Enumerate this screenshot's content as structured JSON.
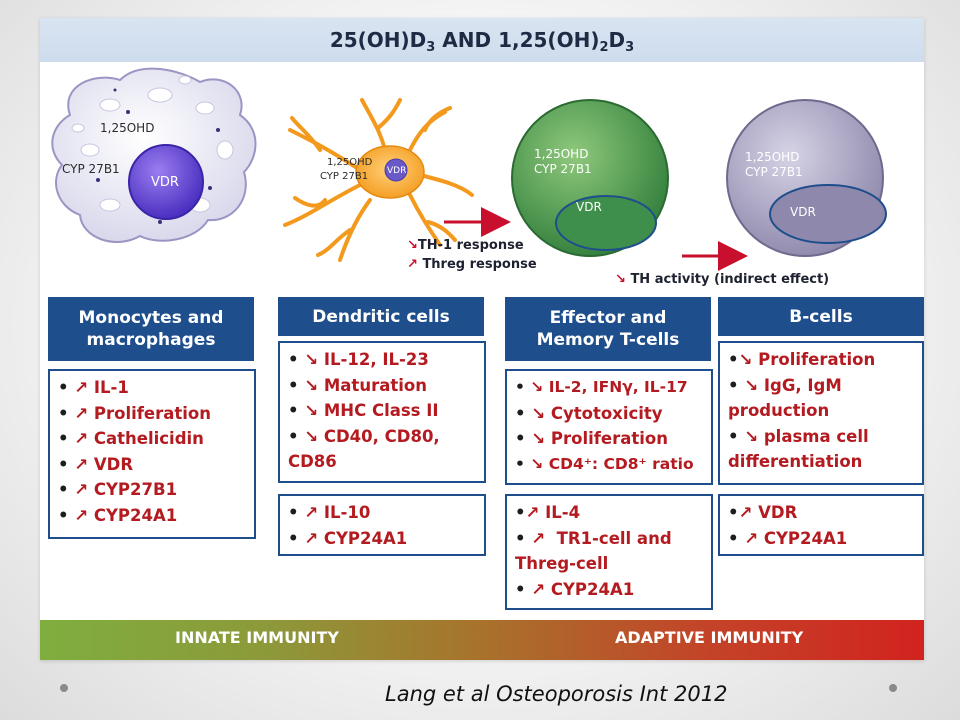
{
  "title": {
    "prefix": "25(OH)D",
    "sub1": "3",
    "mid": " AND 1,25(OH)",
    "sub2": "2",
    "mid2": "D",
    "sub3": "3"
  },
  "cells": {
    "monocyte": {
      "label_125": "1,25OHD",
      "label_cyp": "CYP 27B1",
      "label_vdr": "VDR"
    },
    "dendritic": {
      "label_125": "1,25OHD",
      "label_cyp": "CYP 27B1",
      "label_vdr": "VDR"
    },
    "tcell": {
      "label_125": "1,25OHD",
      "label_cyp": "CYP 27B1",
      "label_vdr": "VDR"
    },
    "bcell": {
      "label_125": "1,25OHD",
      "label_cyp": "CYP 27B1",
      "label_vdr": "VDR"
    }
  },
  "responses": {
    "th1": {
      "arrow": "↘",
      "text": "TH-1 response"
    },
    "threg": {
      "arrow": "↗",
      "text": "Threg response"
    },
    "th_activity": {
      "arrow": "↘",
      "text": "TH activity (indirect effect)"
    }
  },
  "columns": [
    {
      "header_line1": "Monocytes and",
      "header_line2": "macrophages",
      "box1": [
        {
          "arrow": "↗",
          "text": "IL-1"
        },
        {
          "arrow": "↗",
          "text": "Proliferation"
        },
        {
          "arrow": "↗",
          "text": "Cathelicidin"
        },
        {
          "arrow": "↗",
          "text": "VDR"
        },
        {
          "arrow": "↗",
          "text": "CYP27B1"
        },
        {
          "arrow": "↗",
          "text": "CYP24A1"
        }
      ]
    },
    {
      "header_line1": "Dendritic cells",
      "box1": [
        {
          "arrow": "↘",
          "text": "IL-12, IL-23"
        },
        {
          "arrow": "↘",
          "text": "Maturation"
        },
        {
          "arrow": "↘",
          "text": "MHC Class II"
        },
        {
          "arrow": "↘",
          "text": "CD40, CD80,"
        },
        {
          "arrow": "",
          "text": "CD86"
        }
      ],
      "box2": [
        {
          "arrow": "↗",
          "text": "IL-10"
        },
        {
          "arrow": "↗",
          "text": "CYP24A1"
        }
      ]
    },
    {
      "header_line1": "Effector and",
      "header_line2": "Memory T-cells",
      "box1": [
        {
          "arrow": "↘",
          "text": "IL-2, IFNγ, IL-17"
        },
        {
          "arrow": "↘",
          "text": "Cytotoxicity"
        },
        {
          "arrow": "↘",
          "text": "Proliferation"
        },
        {
          "arrow": "↘",
          "text": "CD4⁺: CD8⁺ ratio"
        }
      ],
      "box2": [
        {
          "arrow": "↗",
          "text": "IL-4"
        },
        {
          "arrow": "↗",
          "text": " TR1-cell and"
        },
        {
          "arrow": "",
          "text": "Threg-cell"
        },
        {
          "arrow": "↗",
          "text": "CYP24A1"
        }
      ]
    },
    {
      "header_line1": "B-cells",
      "box1": [
        {
          "arrow": "↘",
          "text": "Proliferation"
        },
        {
          "arrow": "↘",
          "text": "IgG, IgM"
        },
        {
          "arrow": "",
          "text": "production"
        },
        {
          "arrow": "↘",
          "text": "plasma cell"
        },
        {
          "arrow": "",
          "text": "differentiation"
        }
      ],
      "box2": [
        {
          "arrow": "↗",
          "text": "VDR"
        },
        {
          "arrow": "↗",
          "text": "CYP24A1"
        }
      ]
    }
  ],
  "bottom": {
    "innate": "INNATE IMMUNITY",
    "adaptive": "ADAPTIVE IMMUNITY"
  },
  "caption": "Lang et al Osteoporosis Int 2012",
  "colors": {
    "header_blue": "#1f4e8c",
    "arrow_red": "#c8102e",
    "text_red": "#b31b20"
  }
}
